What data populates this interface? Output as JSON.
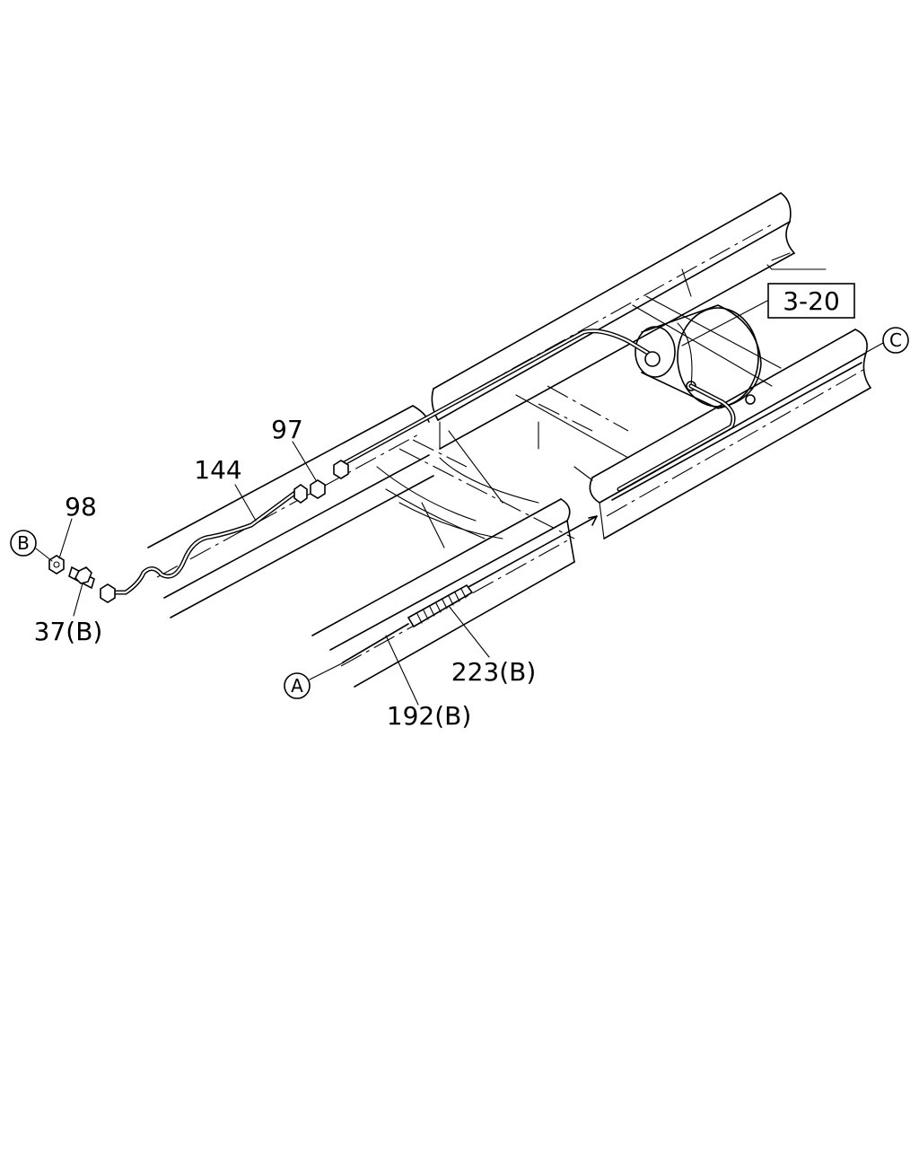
{
  "diagram": {
    "reference_box": "3-20",
    "connectors": {
      "a": "A",
      "b": "B",
      "c": "C"
    },
    "callouts": {
      "p98": "98",
      "p37": "37(B)",
      "p144": "144",
      "p97": "97",
      "p223": "223(B)",
      "p192": "192(B)"
    }
  }
}
